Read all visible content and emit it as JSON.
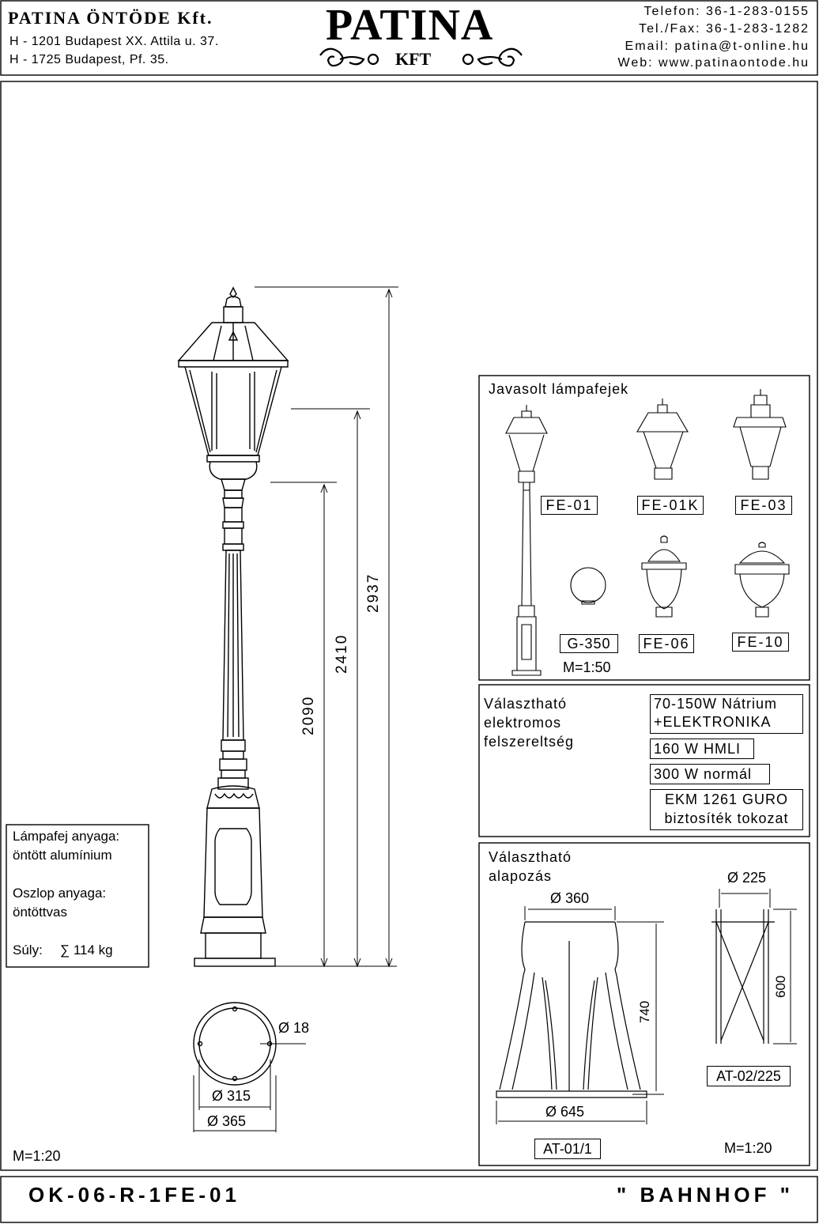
{
  "header": {
    "company": "PATINA ÖNTÖDE Kft.",
    "address1": "H - 1201 Budapest XX. Attila u. 37.",
    "address2": "H - 1725 Budapest, Pf. 35.",
    "logo_main": "PATINA",
    "logo_sub": "KFT",
    "phone": "Telefon: 36-1-283-0155",
    "fax": "Tel./Fax: 36-1-283-1282",
    "email": "Email: patina@t-online.hu",
    "web": "Web: www.patinaontode.hu"
  },
  "dimensions": {
    "total_height": "2937",
    "head_bottom": "2410",
    "pole_height": "2090",
    "hole_dia": "Ø 18",
    "bolt_circle": "Ø 315",
    "base_dia": "Ø 365"
  },
  "materials": {
    "head_label": "Lámpafej anyaga:",
    "head_value": "öntött alumínium",
    "pole_label": "Oszlop anyaga:",
    "pole_value": "öntöttvas",
    "weight_label": "Súly:",
    "weight_value": "∑ 114 kg"
  },
  "scale_left": "M=1:20",
  "heads_panel": {
    "title": "Javasolt lámpafejek",
    "items": [
      "FE-01",
      "FE-01K",
      "FE-03",
      "G-350",
      "FE-06",
      "FE-10"
    ],
    "scale": "M=1:50"
  },
  "electrical_panel": {
    "title_1": "Választható",
    "title_2": "elektromos",
    "title_3": "felszereltség",
    "option1_line1": "70-150W Nátrium",
    "option1_line2": "+ELEKTRONIKA",
    "option2": "160 W HMLI",
    "option3": "300 W normál",
    "option4_line1": "EKM 1261 GURO",
    "option4_line2": "biztosíték tokozat"
  },
  "foundation_panel": {
    "title_1": "Választható",
    "title_2": "alapozás",
    "top_dia": "Ø 360",
    "height": "740",
    "bottom_dia": "Ø 645",
    "model1": "AT-01/1",
    "frame_dia": "Ø 225",
    "frame_height": "600",
    "model2": "AT-02/225",
    "scale": "M=1:20"
  },
  "footer": {
    "code": "OK-06-R-1FE-01",
    "name": "\" BAHNHOF \""
  }
}
